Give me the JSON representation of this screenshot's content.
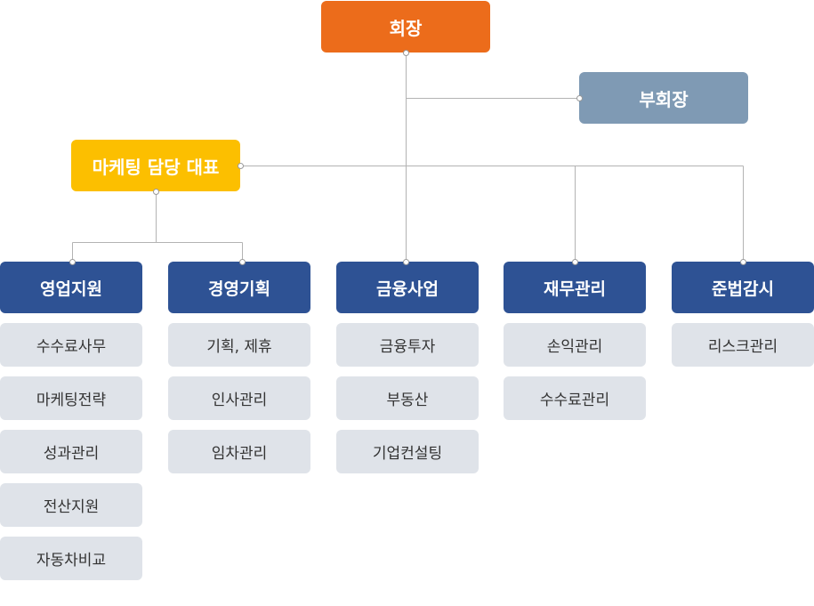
{
  "chairman": {
    "label": "회장"
  },
  "vice_chairman": {
    "label": "부회장"
  },
  "marketing_head": {
    "label": "마케팅 담당 대표"
  },
  "departments": [
    {
      "label": "영업지원",
      "items": [
        "수수료사무",
        "마케팅전략",
        "성과관리",
        "전산지원",
        "자동차비교"
      ]
    },
    {
      "label": "경영기획",
      "items": [
        "기획, 제휴",
        "인사관리",
        "임차관리"
      ]
    },
    {
      "label": "금융사업",
      "items": [
        "금융투자",
        "부동산",
        "기업컨설팅"
      ]
    },
    {
      "label": "재무관리",
      "items": [
        "손익관리",
        "수수료관리"
      ]
    },
    {
      "label": "준법감시",
      "items": [
        "리스크관리"
      ]
    }
  ],
  "colors": {
    "chairman": "#ec6c1b",
    "vice_chairman": "#7f9ab4",
    "marketing_head": "#fcbf00",
    "department": "#2e5294",
    "sub_item": "#dfe3e9",
    "connector": "#b3b3b3"
  }
}
